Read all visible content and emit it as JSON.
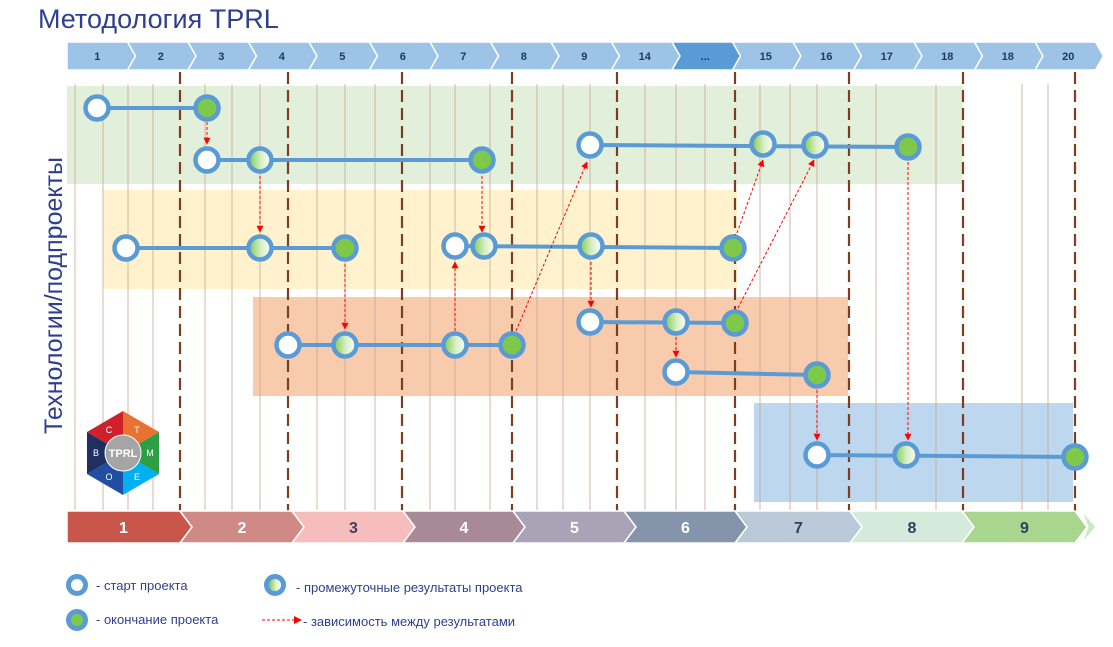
{
  "title": "Методология TPRL",
  "y_axis_label": "Технологии/подпроекты",
  "top_ribbon": [
    "1",
    "2",
    "3",
    "4",
    "5",
    "6",
    "7",
    "8",
    "9",
    "14",
    "...",
    "15",
    "16",
    "17",
    "18",
    "18",
    "20"
  ],
  "bottom_ribbon": [
    "1",
    "2",
    "3",
    "4",
    "5",
    "6",
    "7",
    "8",
    "9"
  ],
  "logo": {
    "center_text": "TPRL",
    "letters": [
      "С",
      "Т",
      "М",
      "Е",
      "О",
      "В"
    ]
  },
  "legend": {
    "start": "- старт проекта",
    "end": "- окончание проекта",
    "intermediate": "- промежуточные результаты проекта",
    "dependency": "- зависимость между результатами"
  },
  "colors": {
    "title": "#2e3f8f",
    "ribbon_top": "#9dc3e6",
    "ribbon_top_highlight": "#5b9bd5",
    "node_ring": "#5b9bd5",
    "node_end": "#7fc94a",
    "dependency_arrow": "#ff0000",
    "band_1": "#e2efda",
    "band_2": "#fff2cc",
    "band_3": "#f8cbad",
    "band_4": "#bdd7ee",
    "stage_divider": "#7b3f1f"
  }
}
